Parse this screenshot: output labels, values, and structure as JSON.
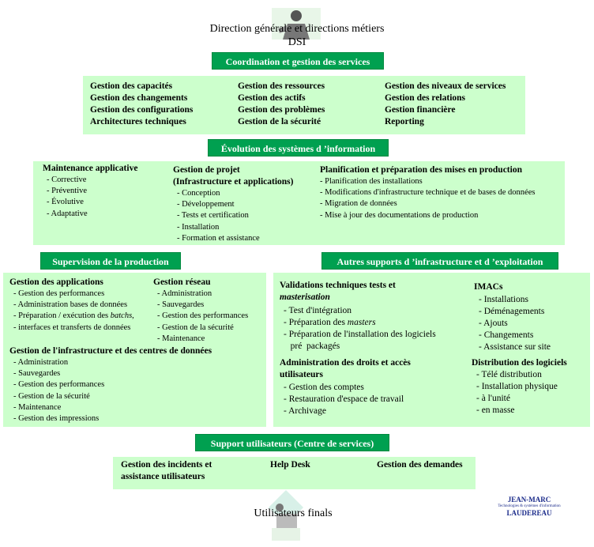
{
  "top": {
    "title": "Direction générale et directions métiers",
    "subtitle": "DSI"
  },
  "coordination": {
    "header": "Coordination et gestion des services",
    "col1": [
      "Gestion des capacités",
      "Gestion des changements",
      "Gestion des configurations",
      "Architectures techniques"
    ],
    "col2": [
      "Gestion des ressources",
      "Gestion des actifs",
      "Gestion des problèmes",
      "Gestion de la sécurité"
    ],
    "col3": [
      "Gestion des niveaux de services",
      "Gestion des relations",
      "Gestion financière",
      "Reporting"
    ]
  },
  "evolution": {
    "header": "Évolution des systèmes d ’information",
    "maint_title": "Maintenance applicative",
    "maint_items": [
      "- Corrective",
      "- Préventive",
      "- Évolutive",
      "- Adaptative"
    ],
    "proj_title1": "Gestion de projet",
    "proj_title2": "(Infrastructure et applications)",
    "proj_items": [
      "- Conception",
      "- Développement",
      "- Tests et certification",
      "- Installation",
      "- Formation et assistance"
    ],
    "plan_title": "Planification et préparation des mises en production",
    "plan_items": [
      "- Planification des installations",
      "- Modifications d'infrastructure technique et de bases de données",
      "- Migration de données",
      "- Mise à jour des documentations de production"
    ]
  },
  "supervision": {
    "header": "Supervision de la production",
    "apps_title": "Gestion des applications",
    "apps_items": [
      "- Gestion des performances",
      "- Administration bases de données",
      "- Préparation / exécution des batchs,",
      "- interfaces et transferts de données"
    ],
    "net_title": "Gestion réseau",
    "net_items": [
      "- Administration",
      "- Sauvegardes",
      "- Gestion des performances",
      "- Gestion de la sécurité",
      "- Maintenance"
    ],
    "infra_title": "Gestion de l'infrastructure et des centres de données",
    "infra_items": [
      "- Administration",
      "- Sauvegardes",
      "- Gestion des performances",
      "- Gestion de la sécurité",
      "- Maintenance",
      "- Gestion des impressions"
    ]
  },
  "autres": {
    "header": "Autres supports d ’infrastructure et d ’exploitation",
    "valid_title1": "Validations techniques tests et",
    "valid_title2": "masterisation",
    "valid_items": [
      "- Test d'intégration",
      "- Préparation des masters",
      "- Préparation de l'installation des logiciels",
      "   pré  packagés"
    ],
    "imacs_title": "IMACs",
    "imacs_items": [
      "- Installations",
      "- Déménagements",
      "- Ajouts",
      "- Changements",
      "- Assistance sur site"
    ],
    "droits_title1": "Administration des droits et accès",
    "droits_title2": "utilisateurs",
    "droits_items": [
      "- Gestion des comptes",
      "- Restauration d'espace de travail",
      "- Archivage"
    ],
    "distrib_title": "Distribution des logiciels",
    "distrib_items": [
      "- Télé distribution",
      "- Installation physique",
      "- à l'unité",
      "- en masse"
    ]
  },
  "support": {
    "header": "Support utilisateurs  (Centre de services)",
    "incidents1": "Gestion des incidents et",
    "incidents2": "assistance utilisateurs",
    "helpdesk": "Help Desk",
    "demandes": "Gestion des demandes"
  },
  "bottom": {
    "title": "Utilisateurs finals"
  },
  "logo": {
    "line1": "JEAN-MARC",
    "line2": "Technologies & systèmes d'information",
    "line3": "LAUDEREAU"
  },
  "colors": {
    "header_green": "#00a050",
    "box_green": "#ccffcc",
    "logo_blue": "#1a2a8a"
  }
}
